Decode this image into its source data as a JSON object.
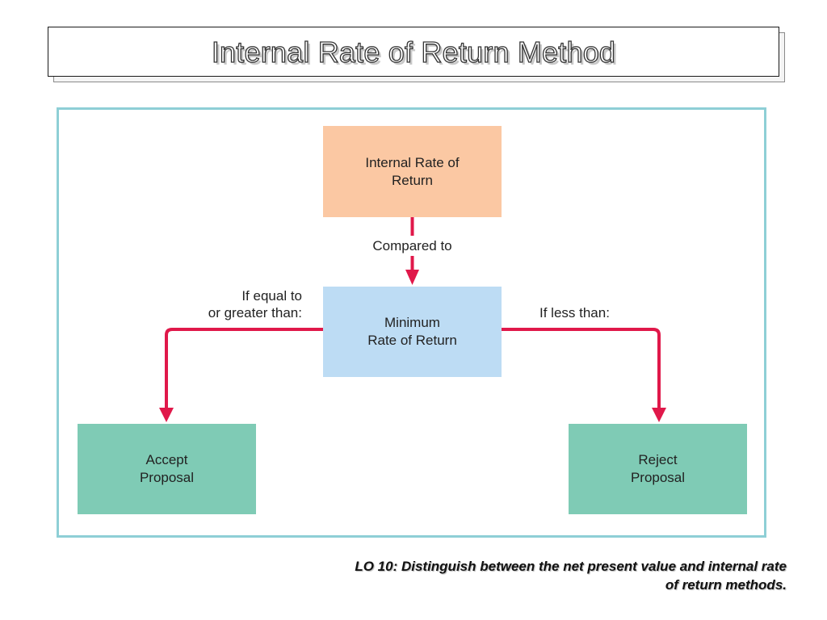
{
  "slide": {
    "title": "Internal Rate of Return Method",
    "objective_line1": "LO 10:  Distinguish between the net present value and internal rate",
    "objective_line2": "of return methods."
  },
  "diagram": {
    "irr_box": {
      "line1": "Internal Rate of",
      "line2": "Return"
    },
    "minimum_box": {
      "line1": "Minimum",
      "line2": "Rate of Return"
    },
    "accept_box": {
      "line1": "Accept",
      "line2": "Proposal"
    },
    "reject_box": {
      "line1": "Reject",
      "line2": "Proposal"
    },
    "compared_label": "Compared to",
    "equal_label_line1": "If equal to",
    "equal_label_line2": "or greater than:",
    "less_label": "If less than:"
  },
  "colors": {
    "irr_fill": "#fbc8a3",
    "minimum_fill": "#bddcf4",
    "decision_fill": "#7fcbb5",
    "arrow": "#e0184a",
    "frame_border": "#8ecfd6"
  }
}
